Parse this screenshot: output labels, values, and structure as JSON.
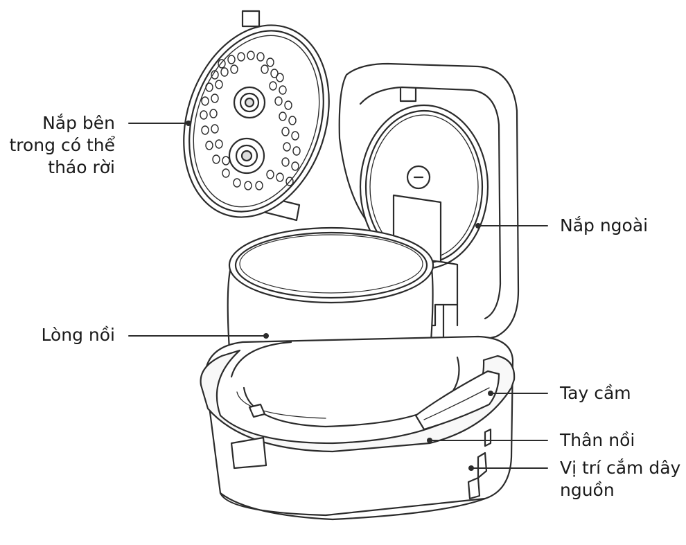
{
  "labels": {
    "inner_lid": [
      "Nắp bên",
      "trong có thể",
      "tháo rời"
    ],
    "outer_lid": "Nắp ngoài",
    "inner_pot": "Lòng nồi",
    "handle": "Tay cầm",
    "body": "Thân nồi",
    "power_socket": [
      "Vị trí cắm dây",
      "nguồn"
    ]
  },
  "colors": {
    "stroke": "#2b2b2b",
    "fill": "#ffffff",
    "shade": "#efefef",
    "text": "#1a1a1a"
  }
}
